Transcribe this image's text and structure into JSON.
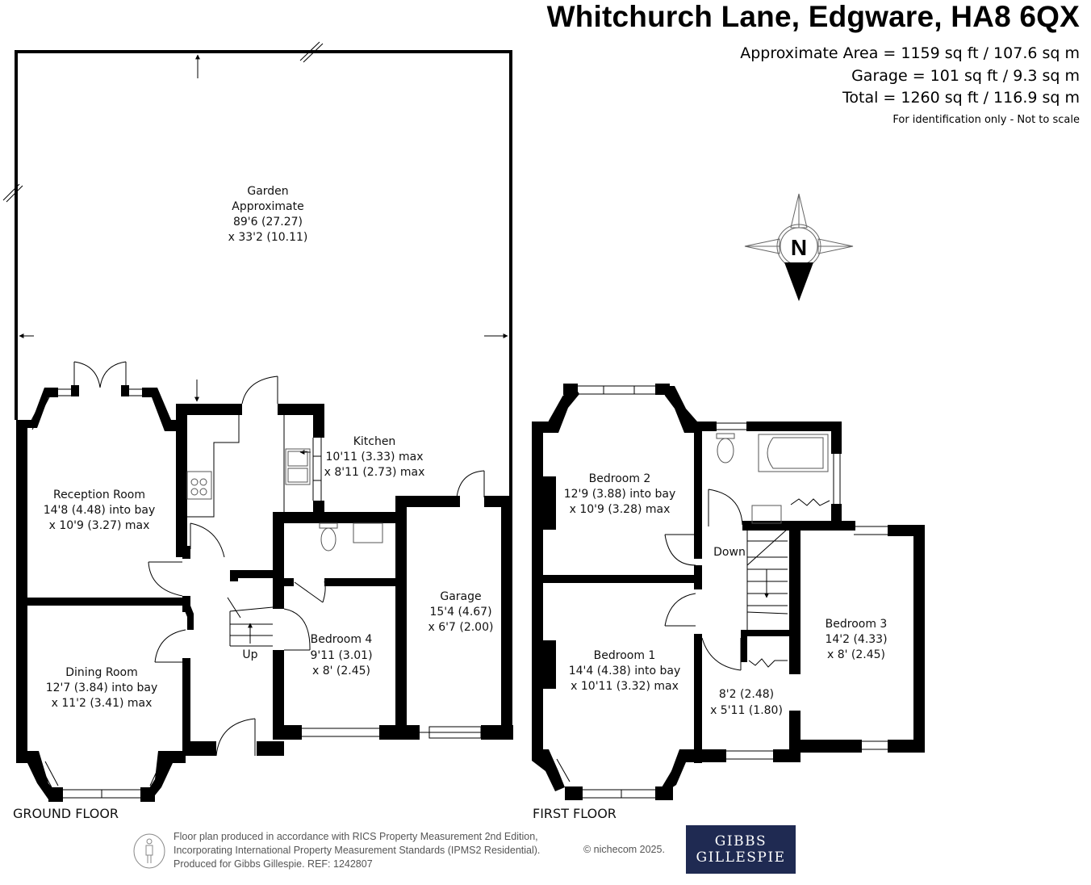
{
  "header": {
    "title": "Whitchurch Lane, Edgware, HA8 6QX",
    "area_lines": [
      "Approximate Area = 1159 sq ft / 107.6 sq m",
      "Garage = 101 sq ft / 9.3 sq m",
      "Total = 1260 sq ft / 116.9 sq m"
    ],
    "note": "For identification only - Not to scale"
  },
  "compass": {
    "label": "N"
  },
  "garden": {
    "name": "Garden",
    "line2": "Approximate",
    "dim1": "89'6 (27.27)",
    "dim2": "x 33'2 (10.11)"
  },
  "ground_floor": {
    "label": "GROUND FLOOR",
    "rooms": {
      "kitchen": {
        "name": "Kitchen",
        "dim1": "10'11 (3.33) max",
        "dim2": "x 8'11 (2.73) max"
      },
      "reception": {
        "name": "Reception Room",
        "dim1": "14'8 (4.48) into bay",
        "dim2": "x 10'9 (3.27) max"
      },
      "dining": {
        "name": "Dining Room",
        "dim1": "12'7 (3.84) into bay",
        "dim2": "x 11'2 (3.41) max"
      },
      "bedroom4": {
        "name": "Bedroom 4",
        "dim1": "9'11 (3.01)",
        "dim2": "x 8' (2.45)"
      },
      "garage": {
        "name": "Garage",
        "dim1": "15'4 (4.67)",
        "dim2": "x 6'7 (2.00)"
      }
    },
    "stairs_label": "Up"
  },
  "first_floor": {
    "label": "FIRST FLOOR",
    "rooms": {
      "bedroom2": {
        "name": "Bedroom 2",
        "dim1": "12'9 (3.88) into bay",
        "dim2": "x 10'9 (3.28) max"
      },
      "bedroom1": {
        "name": "Bedroom 1",
        "dim1": "14'4 (4.38) into bay",
        "dim2": "x 10'11 (3.32) max"
      },
      "bedroom3": {
        "name": "Bedroom 3",
        "dim1": "14'2 (4.33)",
        "dim2": "x 8' (2.45)"
      },
      "landing": {
        "dim1": "8'2 (2.48)",
        "dim2": "x 5'11 (1.80)"
      }
    },
    "stairs_label": "Down"
  },
  "footer": {
    "lines": [
      "Floor plan produced in accordance with RICS Property Measurement 2nd Edition,",
      "Incorporating International Property Measurement Standards (IPMS2 Residential).",
      "Produced for Gibbs Gillespie.   REF:  1242807"
    ],
    "copyright": "© nichecom 2025.",
    "logo_line1": "GIBBS",
    "logo_line2": "GILLESPIE",
    "brand_color": "#1f2a52"
  }
}
